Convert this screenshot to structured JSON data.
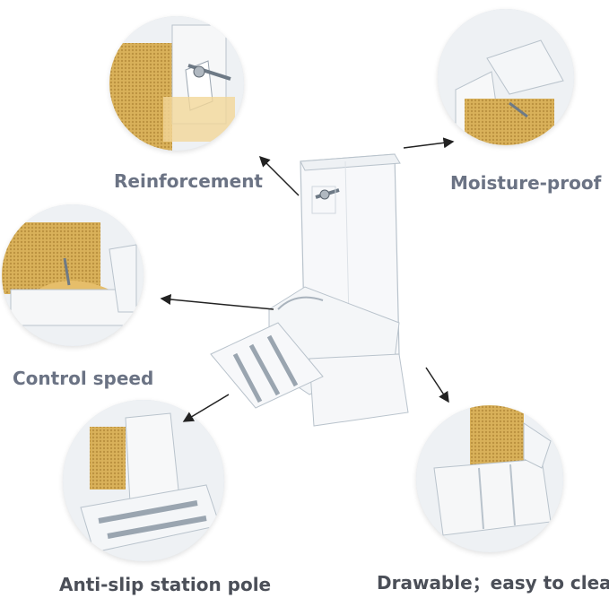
{
  "labels": {
    "reinforcement": "Reinforcement",
    "moisture_proof": "Moisture-proof",
    "control_speed": "Control speed",
    "anti_slip": "Anti-slip station pole",
    "drawable": "Drawable；easy to clean."
  },
  "colors": {
    "label_gray": "#6b7384",
    "label_dark": "#4b4f58",
    "seed": "#d9b15a",
    "acrylic_edge": "#b9c3cc"
  }
}
